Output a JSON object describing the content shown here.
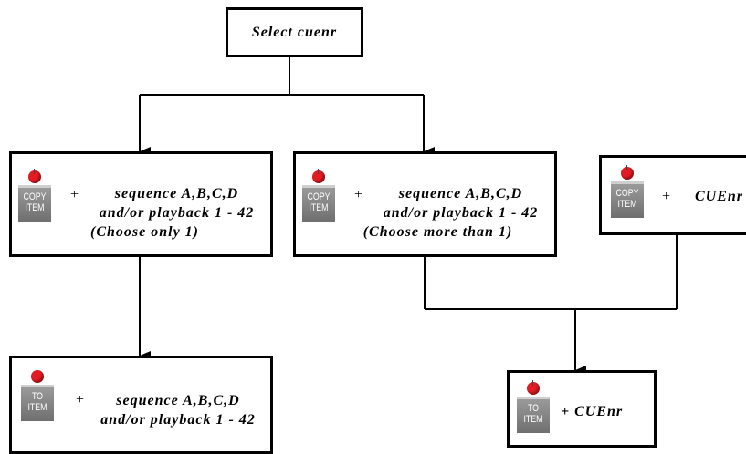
{
  "top_box": {
    "label": "Select cuenr"
  },
  "box1": {
    "key": {
      "line1": "COPY",
      "line2": "ITEM"
    },
    "plus": "+",
    "lines": [
      "sequence A,B,C,D",
      "and/or playback 1 - 42",
      "(Choose only 1)"
    ]
  },
  "box2": {
    "key": {
      "line1": "COPY",
      "line2": "ITEM"
    },
    "plus": "+",
    "lines": [
      "sequence A,B,C,D",
      "and/or playback 1 - 42",
      "(Choose more than 1)"
    ]
  },
  "box3": {
    "key": {
      "line1": "COPY",
      "line2": "ITEM"
    },
    "plus": "+",
    "text": "CUEnr"
  },
  "box4": {
    "key": {
      "line1": "TO",
      "line2": "ITEM"
    },
    "plus": "+",
    "lines": [
      "sequence A,B,C,D",
      "and/or playback 1 - 42"
    ]
  },
  "box5": {
    "key": {
      "line1": "TO",
      "line2": "ITEM"
    },
    "text": "+ CUEnr"
  }
}
